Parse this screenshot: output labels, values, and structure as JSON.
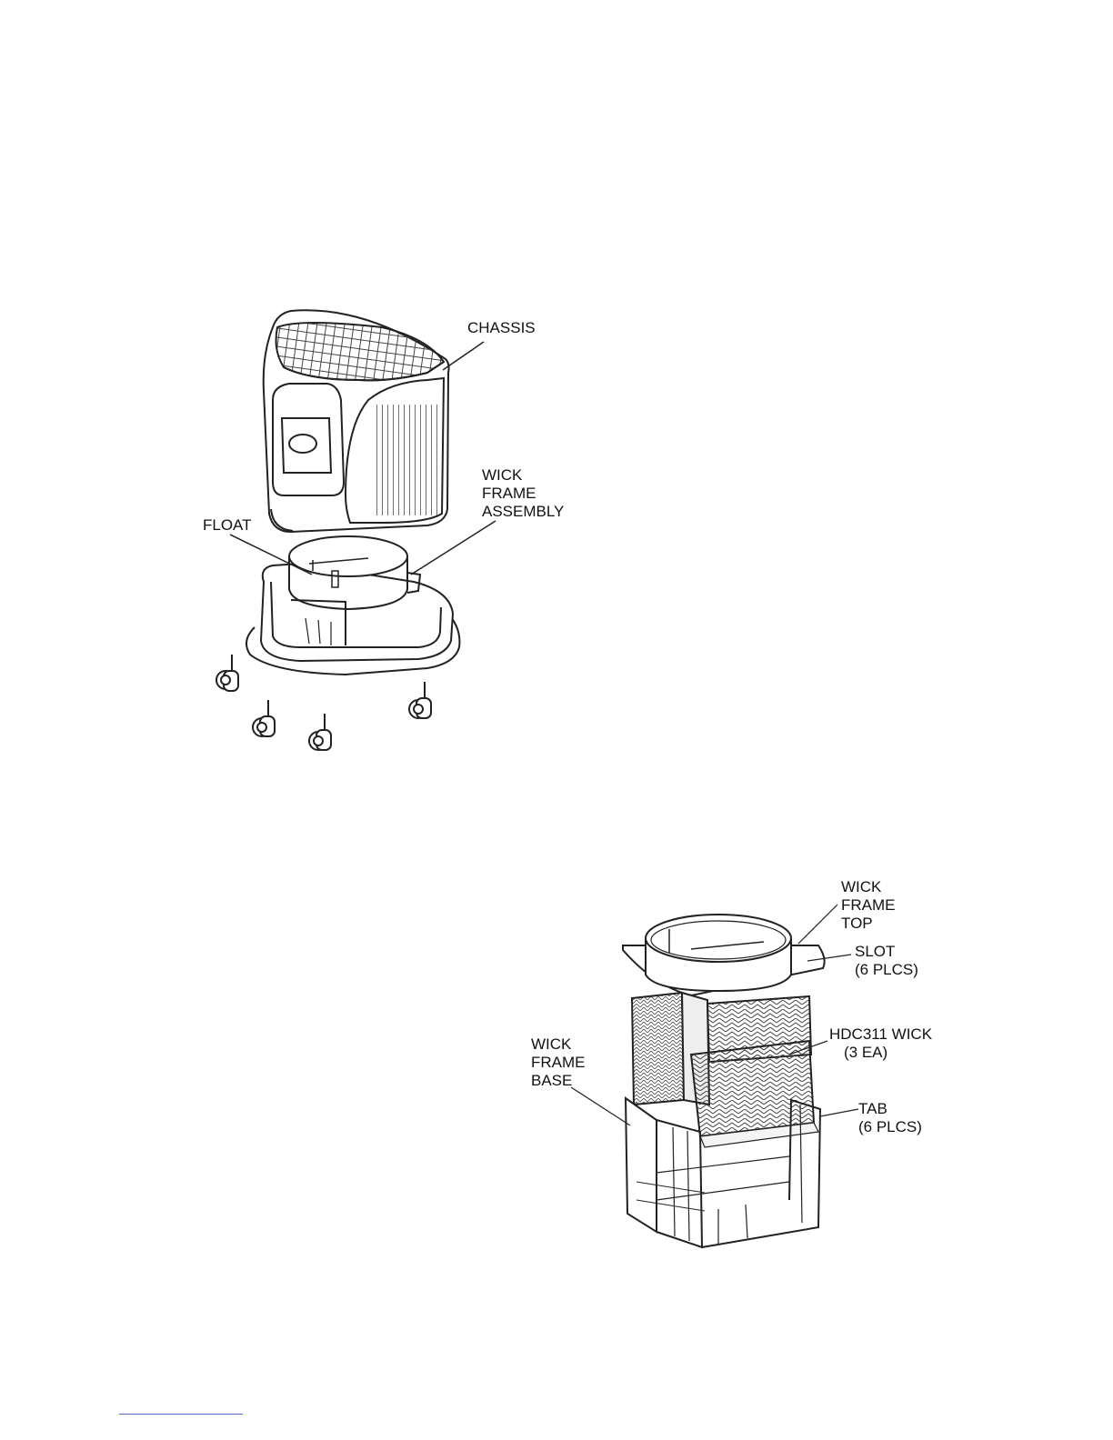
{
  "figure1": {
    "labels": {
      "chassis": "CHASSIS",
      "wick_frame_assembly": [
        "WICK",
        "FRAME",
        "ASSEMBLY"
      ],
      "float": "FLOAT"
    }
  },
  "figure2": {
    "labels": {
      "wick_frame_top": [
        "WICK",
        "FRAME",
        "TOP"
      ],
      "slot": [
        "SLOT",
        "(6 PLCS)"
      ],
      "wick": [
        "HDC311 WICK",
        "(3 EA)"
      ],
      "tab": [
        "TAB",
        "(6 PLCS)"
      ],
      "wick_frame_base": [
        "WICK",
        "FRAME",
        "BASE"
      ]
    }
  },
  "colors": {
    "line": "#222222",
    "link_underline": "#4a6fd0"
  }
}
